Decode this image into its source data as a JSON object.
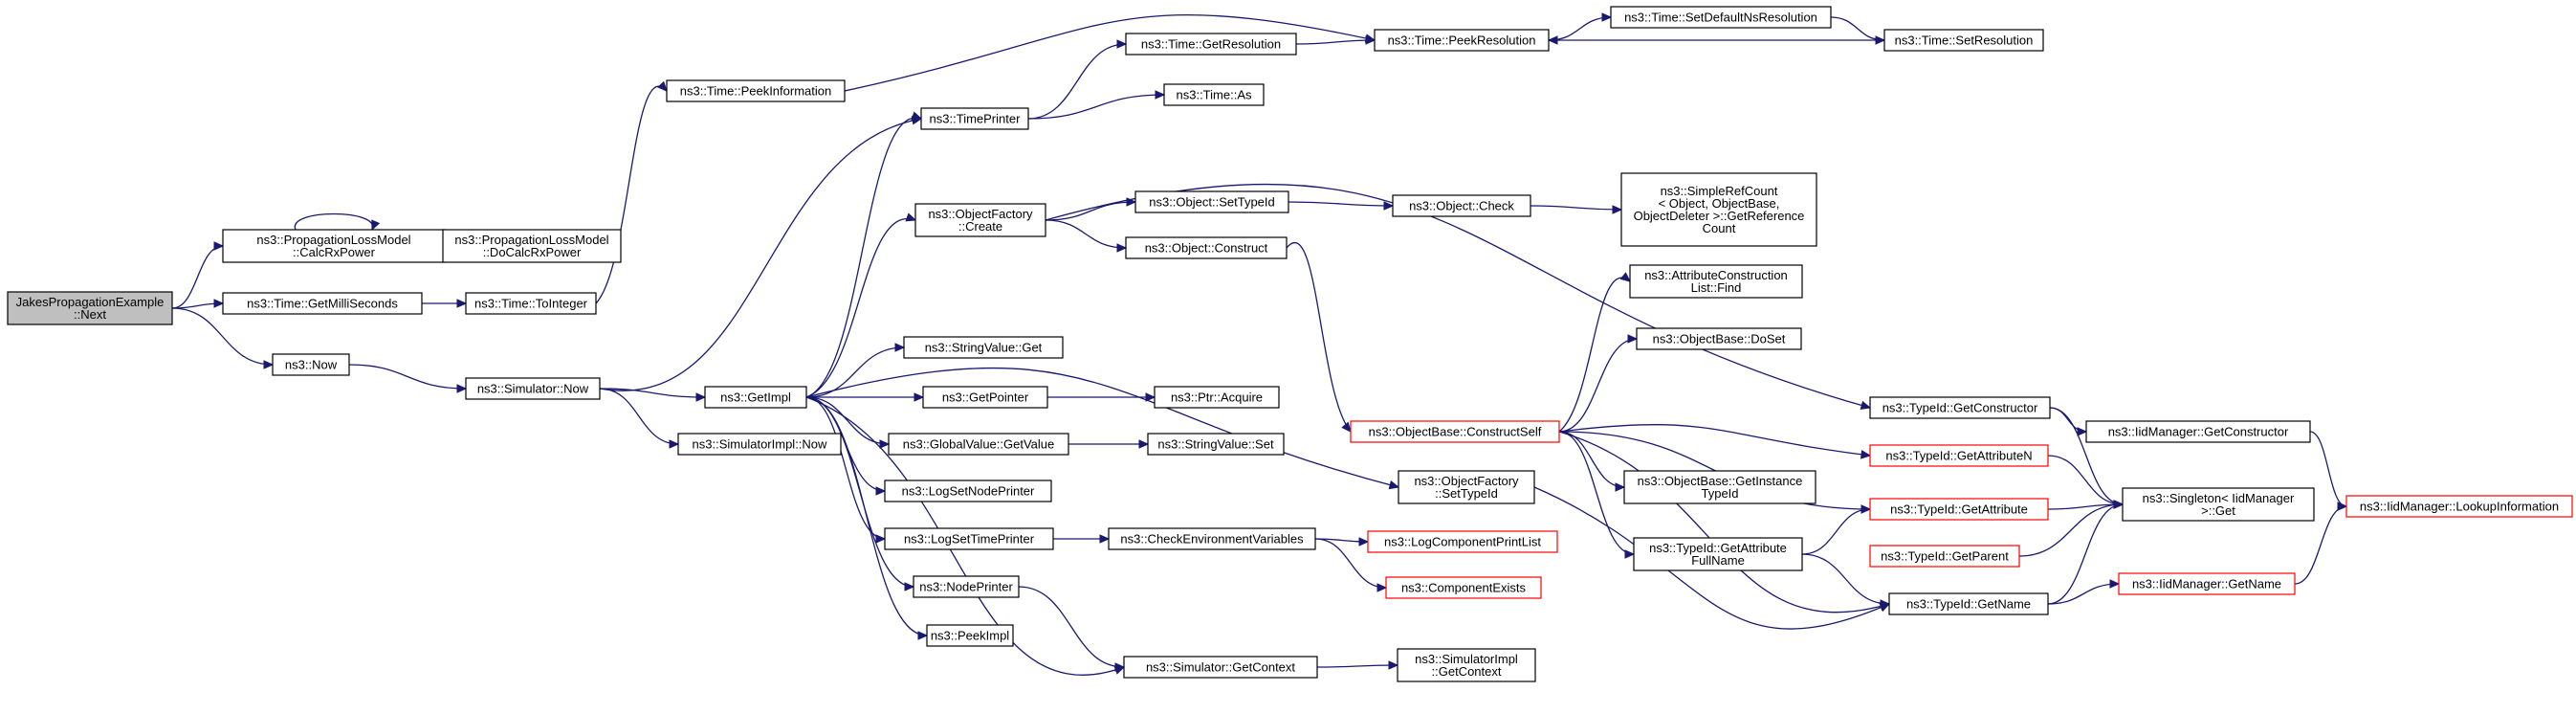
{
  "diagram": {
    "nodes": [
      {
        "id": "root",
        "lines": [
          "JakesPropagationExample",
          "::Next"
        ]
      },
      {
        "id": "calcRx",
        "lines": [
          "ns3::PropagationLossModel",
          "::CalcRxPower"
        ]
      },
      {
        "id": "doCalcRx",
        "lines": [
          "ns3::PropagationLossModel",
          "::DoCalcRxPower"
        ]
      },
      {
        "id": "getMilli",
        "lines": [
          "ns3::Time::GetMilliSeconds"
        ]
      },
      {
        "id": "now",
        "lines": [
          "ns3::Now"
        ]
      },
      {
        "id": "toInteger",
        "lines": [
          "ns3::Time::ToInteger"
        ]
      },
      {
        "id": "peekInfo",
        "lines": [
          "ns3::Time::PeekInformation"
        ]
      },
      {
        "id": "simNow",
        "lines": [
          "ns3::Simulator::Now"
        ]
      },
      {
        "id": "simImplNow",
        "lines": [
          "ns3::SimulatorImpl::Now"
        ]
      },
      {
        "id": "getImpl",
        "lines": [
          "ns3::GetImpl"
        ]
      },
      {
        "id": "timePrinter",
        "lines": [
          "ns3::TimePrinter"
        ]
      },
      {
        "id": "getRes",
        "lines": [
          "ns3::Time::GetResolution"
        ]
      },
      {
        "id": "timeAs",
        "lines": [
          "ns3::Time::As"
        ]
      },
      {
        "id": "peekRes",
        "lines": [
          "ns3::Time::PeekResolution"
        ]
      },
      {
        "id": "setDefaultNs",
        "lines": [
          "ns3::Time::SetDefaultNsResolution"
        ]
      },
      {
        "id": "setRes",
        "lines": [
          "ns3::Time::SetResolution"
        ]
      },
      {
        "id": "ofCreate",
        "lines": [
          "ns3::ObjectFactory",
          "::Create"
        ]
      },
      {
        "id": "objSetTypeId",
        "lines": [
          "ns3::Object::SetTypeId"
        ]
      },
      {
        "id": "objConstruct",
        "lines": [
          "ns3::Object::Construct"
        ]
      },
      {
        "id": "objCheck",
        "lines": [
          "ns3::Object::Check"
        ]
      },
      {
        "id": "simpleRef",
        "lines": [
          "ns3::SimpleRefCount",
          "< Object, ObjectBase,",
          "ObjectDeleter >::GetReference",
          "Count"
        ]
      },
      {
        "id": "attrFind",
        "lines": [
          "ns3::AttributeConstruction",
          "List::Find"
        ]
      },
      {
        "id": "doSet",
        "lines": [
          "ns3::ObjectBase::DoSet"
        ]
      },
      {
        "id": "stringGet",
        "lines": [
          "ns3::StringValue::Get"
        ]
      },
      {
        "id": "getPointer",
        "lines": [
          "ns3::GetPointer"
        ]
      },
      {
        "id": "ptrAcquire",
        "lines": [
          "ns3::Ptr::Acquire"
        ]
      },
      {
        "id": "gvGetValue",
        "lines": [
          "ns3::GlobalValue::GetValue"
        ]
      },
      {
        "id": "stringSet",
        "lines": [
          "ns3::StringValue::Set"
        ]
      },
      {
        "id": "logNode",
        "lines": [
          "ns3::LogSetNodePrinter"
        ]
      },
      {
        "id": "logTime",
        "lines": [
          "ns3::LogSetTimePrinter"
        ]
      },
      {
        "id": "checkEnv",
        "lines": [
          "ns3::CheckEnvironmentVariables"
        ]
      },
      {
        "id": "nodePrinter",
        "lines": [
          "ns3::NodePrinter"
        ]
      },
      {
        "id": "peekImpl",
        "lines": [
          "ns3::PeekImpl"
        ]
      },
      {
        "id": "simGetCtx",
        "lines": [
          "ns3::Simulator::GetContext"
        ]
      },
      {
        "id": "simImplCtx",
        "lines": [
          "ns3::SimulatorImpl",
          "::GetContext"
        ]
      },
      {
        "id": "constructSelf",
        "lines": [
          "ns3::ObjectBase::ConstructSelf"
        ]
      },
      {
        "id": "ofSetTypeId",
        "lines": [
          "ns3::ObjectFactory",
          "::SetTypeId"
        ]
      },
      {
        "id": "getInstTid",
        "lines": [
          "ns3::ObjectBase::GetInstance",
          "TypeId"
        ]
      },
      {
        "id": "getAttrFull",
        "lines": [
          "ns3::TypeId::GetAttribute",
          "FullName"
        ]
      },
      {
        "id": "logCompList",
        "lines": [
          "ns3::LogComponentPrintList"
        ]
      },
      {
        "id": "compExists",
        "lines": [
          "ns3::ComponentExists"
        ]
      },
      {
        "id": "getCtor",
        "lines": [
          "ns3::TypeId::GetConstructor"
        ]
      },
      {
        "id": "getAttrN",
        "lines": [
          "ns3::TypeId::GetAttributeN"
        ]
      },
      {
        "id": "getAttr",
        "lines": [
          "ns3::TypeId::GetAttribute"
        ]
      },
      {
        "id": "getParent",
        "lines": [
          "ns3::TypeId::GetParent"
        ]
      },
      {
        "id": "getName",
        "lines": [
          "ns3::TypeId::GetName"
        ]
      },
      {
        "id": "iidGetCtor",
        "lines": [
          "ns3::IidManager::GetConstructor"
        ]
      },
      {
        "id": "singletonGet",
        "lines": [
          "ns3::Singleton< IidManager",
          ">::Get"
        ]
      },
      {
        "id": "iidGetName",
        "lines": [
          "ns3::IidManager::GetName"
        ]
      },
      {
        "id": "lookupInfo",
        "lines": [
          "ns3::IidManager::LookupInformation"
        ]
      }
    ]
  }
}
